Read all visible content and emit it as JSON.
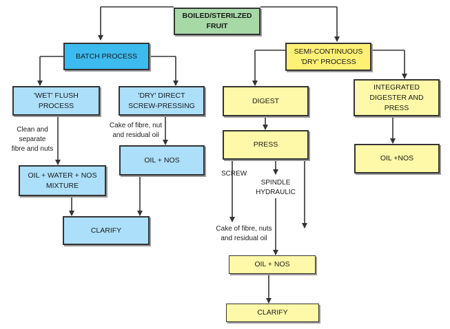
{
  "nodes": {
    "root": "BOILED/STERILZED\nFRUIT",
    "batch": "BATCH PROCESS",
    "wet_flush": "'WET' FLUSH\nPROCESS",
    "dry_direct": "'DRY' DIRECT\nSCREW-PRESSING",
    "oil_water_nos": "OIL + WATER + NOS\nMIXTURE",
    "oil_nos_left": "OIL + NOS",
    "clarify_left": "CLARIFY",
    "semi_continuous": "SEMI-CONTINUOUS\n'DRY' PROCESS",
    "digest": "DIGEST",
    "integrated": "INTEGRATED\nDIGESTER AND\nPRESS",
    "press": "PRESS",
    "oil_nos_integrated": "OIL +NOS",
    "oil_nos_right": "OIL +  NOS",
    "clarify_right": "CLARIFY"
  },
  "labels": {
    "clean_separate": "Clean and\nseparate\nfibre and nuts",
    "cake_left": "Cake of fibre, nut\nand residual oil",
    "screw": "SCREW",
    "spindle": "SPINDLE\nHYDRAULIC",
    "cake_right": "Cake of fibre, nuts\nand residual oil"
  },
  "colors": {
    "start": "#a6d9a6",
    "batch": "#3dbbee",
    "batch_steps": "#abdffa",
    "semi_continuous": "#fff176",
    "semi_steps": "#fef9a8",
    "line": "#333333"
  }
}
